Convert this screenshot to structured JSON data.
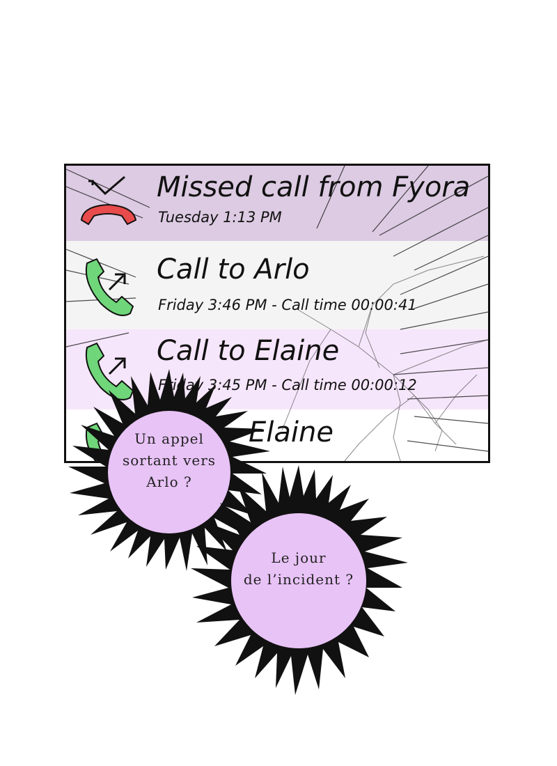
{
  "call_log": {
    "entries": [
      {
        "title": "Missed call from Fyora",
        "subtitle": "Tuesday 1:13 PM",
        "type": "missed",
        "icon": "missed-call-icon"
      },
      {
        "title": "Call to Arlo",
        "subtitle": "Friday 3:46 PM - Call time 00:00:41",
        "type": "outgoing",
        "icon": "outgoing-call-icon"
      },
      {
        "title": "Call to Elaine",
        "subtitle": "Friday 3:45 PM - Call time 00:00:12",
        "type": "outgoing",
        "icon": "outgoing-call-icon"
      },
      {
        "title": "Elaine",
        "subtitle": "",
        "type": "outgoing",
        "icon": "outgoing-call-icon"
      }
    ]
  },
  "bubbles": [
    {
      "lines": [
        "Un appel",
        "sortant vers",
        "Arlo ?"
      ]
    },
    {
      "lines": [
        "Le jour",
        "de l’incident ?"
      ]
    }
  ],
  "colors": {
    "missed_row": "#d9c6df",
    "outgoing_row_light": "#f6e8fa",
    "bubble_fill": "#e8c3f6",
    "missed_icon": "#e84b4b",
    "outgoing_icon": "#6fd67a"
  }
}
